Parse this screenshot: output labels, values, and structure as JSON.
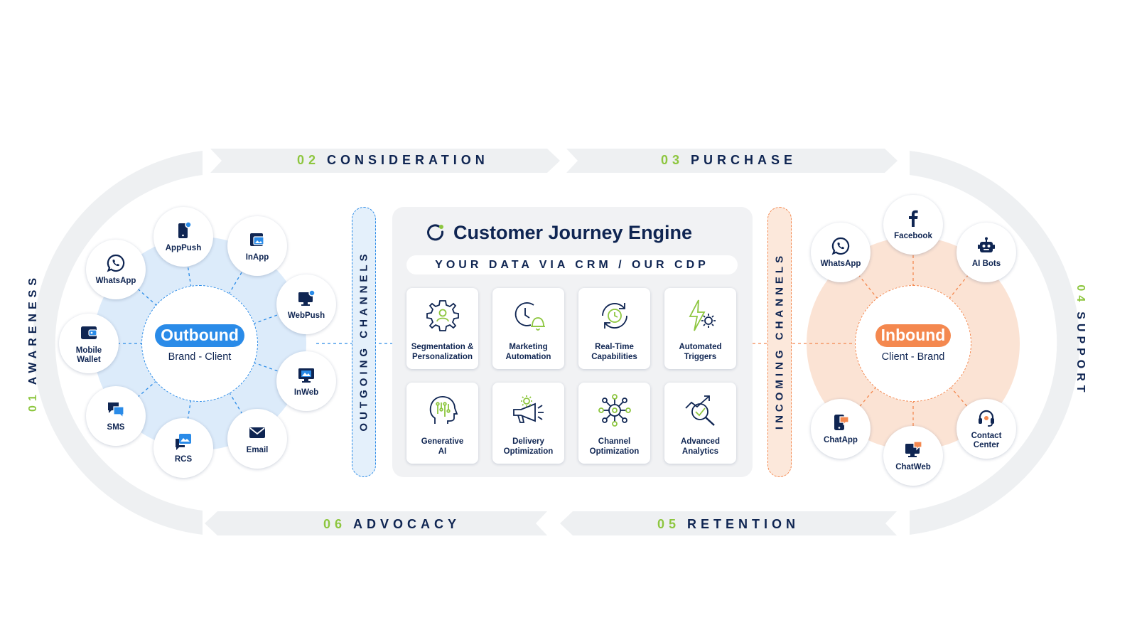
{
  "stages": {
    "s01": {
      "num": "01",
      "label": "AWARENESS"
    },
    "s02": {
      "num": "02",
      "label": "CONSIDERATION"
    },
    "s03": {
      "num": "03",
      "label": "PURCHASE"
    },
    "s04": {
      "num": "04",
      "label": "SUPPORT"
    },
    "s05": {
      "num": "05",
      "label": "RETENTION"
    },
    "s06": {
      "num": "06",
      "label": "ADVOCACY"
    }
  },
  "outbound": {
    "title": "Outbound",
    "subtitle": "Brand - Client",
    "nodes": [
      "AppPush",
      "InApp",
      "WebPush",
      "InWeb",
      "Email",
      "RCS",
      "SMS",
      "Mobile\nWallet",
      "WhatsApp"
    ]
  },
  "outgoing_channels": "OUTGOING CHANNELS",
  "incoming_channels": "INCOMING CHANNELS",
  "engine": {
    "title": "Customer Journey Engine",
    "subtitle": "YOUR DATA VIA CRM / OUR CDP",
    "cards": [
      "Segmentation &\nPersonalization",
      "Marketing\nAutomation",
      "Real-Time\nCapabilities",
      "Automated\nTriggers",
      "Generative\nAI",
      "Delivery\nOptimization",
      "Channel\nOptimization",
      "Advanced\nAnalytics"
    ]
  },
  "inbound": {
    "title": "Inbound",
    "subtitle": "Client - Brand",
    "nodes": [
      "Facebook",
      "AI Bots",
      "Contact\nCenter",
      "ChatWeb",
      "ChatApp",
      "WhatsApp"
    ]
  },
  "colors": {
    "navy": "#0f2552",
    "green": "#8dc63f",
    "outbound_blue": "#2a8be8",
    "outbound_bg": "#dcebfa",
    "inbound_orange": "#f4884f",
    "inbound_bg": "#fbe3d4",
    "arc_gray": "#eef0f2"
  }
}
